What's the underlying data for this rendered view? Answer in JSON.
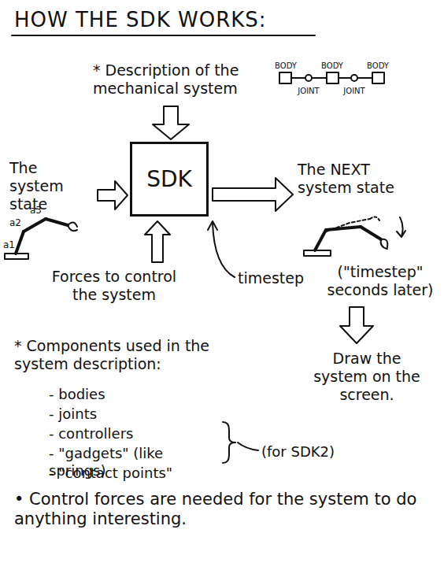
{
  "diagram": {
    "title": "HOW THE SDK WORKS:",
    "nodes": [
      {
        "text": [
          "SDK"
        ]
      }
    ],
    "labels": [
      "* Description of the mechanical system",
      "BODY",
      "BODY",
      "BODY",
      "JOINT",
      "JOINT",
      "The system state",
      "The NEXT system state",
      "a1",
      "a2",
      "a3",
      "Forces to control the system",
      "timestep",
      "(\"timestep\" seconds later)",
      "Draw the system on the screen.",
      "* Components used in the system description:",
      "- bodies",
      "- joints",
      "- controllers",
      "- \"gadgets\" (like springs)",
      "- \"contact points\"",
      "(for SDK2)",
      "• Control forces are needed for the system to do anything interesting."
    ]
  }
}
